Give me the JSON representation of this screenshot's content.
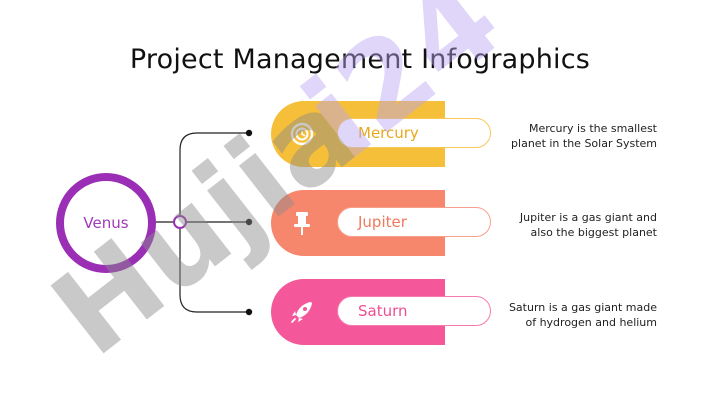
{
  "title": "Project Management Infographics",
  "center": {
    "label": "Venus",
    "color": "#9a2fb5"
  },
  "items": [
    {
      "label": "Mercury",
      "description": "Mercury is the smallest planet in the Solar System",
      "color": "#f6bf39",
      "icon": "clock-icon"
    },
    {
      "label": "Jupiter",
      "description": "Jupiter is a gas giant and also the biggest planet",
      "color": "#f6876d",
      "icon": "pin-icon"
    },
    {
      "label": "Saturn",
      "description": "Saturn is a gas giant made of hydrogen and helium",
      "color": "#f4579a",
      "icon": "rocket-icon"
    }
  ],
  "watermark": {
    "text": "Hujiai24"
  }
}
